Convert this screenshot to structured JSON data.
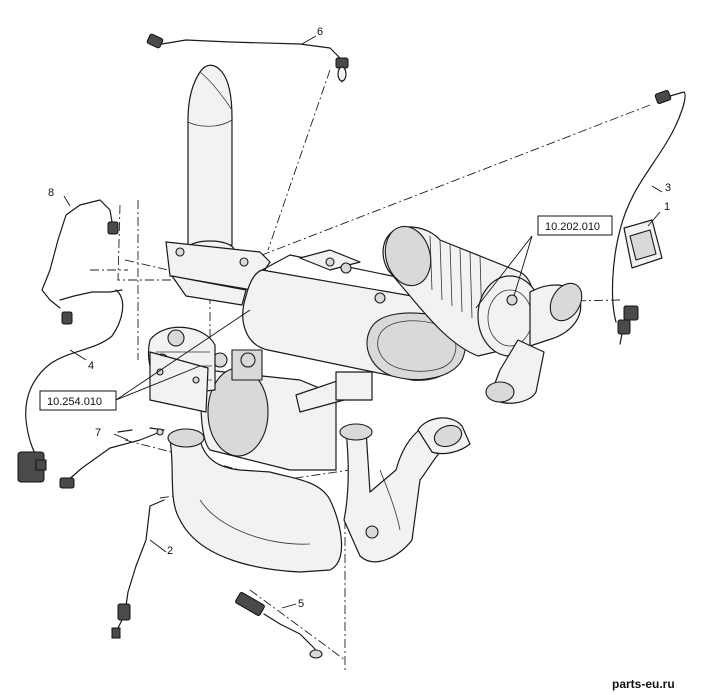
{
  "callouts": {
    "c1": "1",
    "c2": "2",
    "c3": "3",
    "c4": "4",
    "c5": "5",
    "c6": "6",
    "c7": "7",
    "c8": "8"
  },
  "references": {
    "ref_air_filter": "10.202.010",
    "ref_exhaust": "10.254.010"
  },
  "watermark": "parts-eu.ru"
}
